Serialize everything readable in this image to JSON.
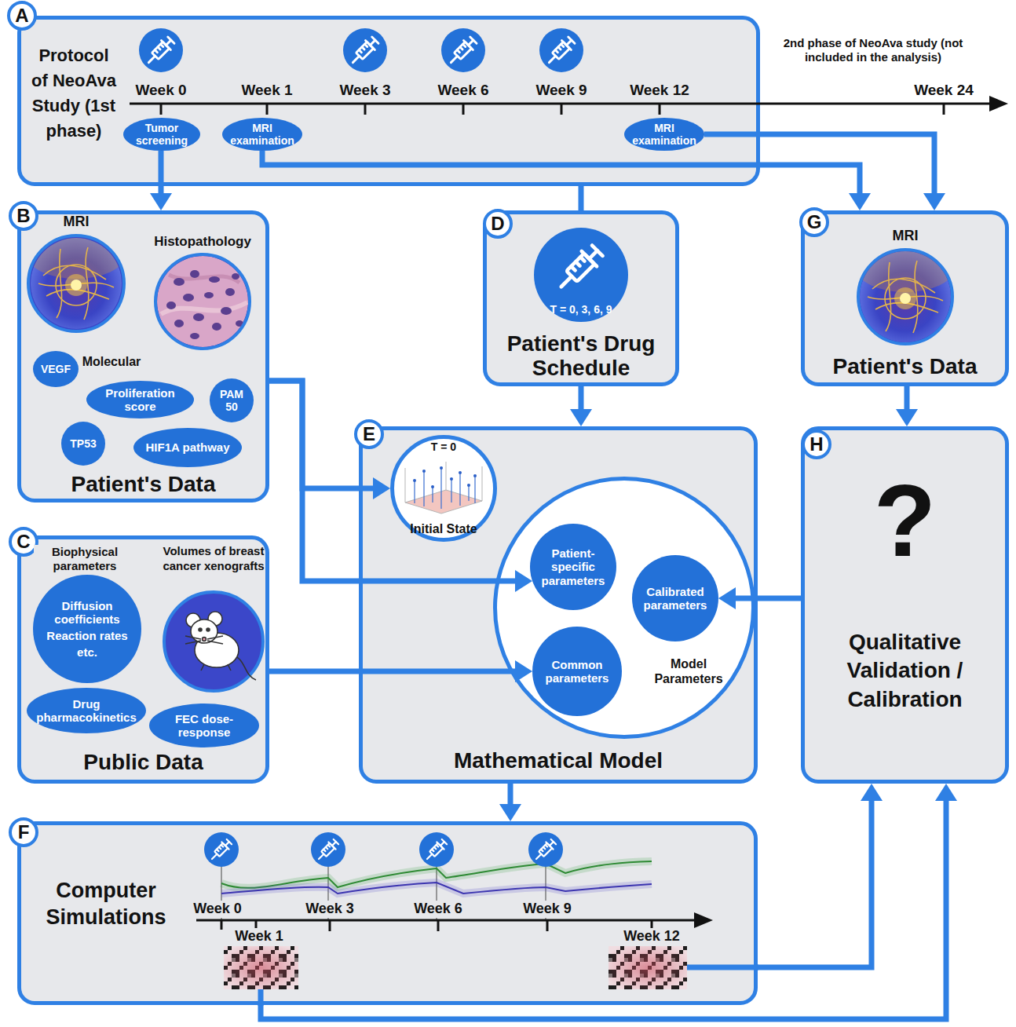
{
  "diagram": {
    "nodes": [
      {
        "text": [
          "Protocol of NeoAva Study (1st phase)"
        ]
      },
      {
        "text": [
          "A"
        ],
        "in": 0
      },
      {
        "text": [
          "Tumor screening"
        ],
        "in": 0
      },
      {
        "text": [
          "MRI examination"
        ],
        "in": 0
      },
      {
        "text": [
          "MRI examination"
        ],
        "in": 0
      },
      {
        "text": [
          "Patient's Data"
        ]
      },
      {
        "text": [
          "B"
        ],
        "in": 5
      },
      {
        "text": [
          "MRI"
        ],
        "in": 5
      },
      {
        "text": [
          "Histopathology"
        ],
        "in": 5
      },
      {
        "text": [
          "VEGF"
        ],
        "in": 5
      },
      {
        "text": [
          "Proliferation score"
        ],
        "in": 5
      },
      {
        "text": [
          "PAM 50"
        ],
        "in": 5
      },
      {
        "text": [
          "TP53"
        ],
        "in": 5
      },
      {
        "text": [
          "HIF1A pathway"
        ],
        "in": 5
      },
      {
        "text": [
          "Public Data"
        ]
      },
      {
        "text": [
          "C"
        ],
        "in": 14
      },
      {
        "text": [
          "Diffusion coefficients",
          "Reaction rates",
          "etc."
        ],
        "in": 14
      },
      {
        "text": [
          "Volumes of breast cancer xenografts"
        ],
        "in": 14
      },
      {
        "text": [
          "Drug pharmacokinetics"
        ],
        "in": 14
      },
      {
        "text": [
          "FEC dose-response"
        ],
        "in": 14
      },
      {
        "text": [
          "Patient's Drug Schedule"
        ]
      },
      {
        "text": [
          "D"
        ],
        "in": 20
      },
      {
        "text": [
          "T = 0, 3, 6, 9"
        ],
        "in": 20
      },
      {
        "text": [
          "Mathematical Model"
        ]
      },
      {
        "text": [
          "E"
        ],
        "in": 23
      },
      {
        "text": [
          "T = 0",
          "Initial State"
        ],
        "in": 23
      },
      {
        "text": [
          "Model Parameters"
        ],
        "in": 23
      },
      {
        "text": [
          "Patient-specific parameters"
        ],
        "in": 26
      },
      {
        "text": [
          "Calibrated parameters"
        ],
        "in": 26
      },
      {
        "text": [
          "Common parameters"
        ],
        "in": 26
      },
      {
        "text": [
          "Computer Simulations"
        ]
      },
      {
        "text": [
          "F"
        ],
        "in": 30
      },
      {
        "text": [
          "Patient's Data"
        ]
      },
      {
        "text": [
          "G"
        ],
        "in": 32
      },
      {
        "text": [
          "MRI"
        ],
        "in": 32
      },
      {
        "text": [
          "?",
          "Qualitative Validation / Calibration"
        ]
      },
      {
        "text": [
          "H"
        ],
        "in": 35
      }
    ],
    "edges": [
      {
        "from": 2,
        "to": 5,
        "arrow": "to"
      },
      {
        "from": 3,
        "to": 32,
        "arrow": "to"
      },
      {
        "from": 4,
        "to": 32,
        "arrow": "to"
      },
      {
        "from": 0,
        "to": 20,
        "arrow": "none"
      },
      {
        "from": 5,
        "to": 25,
        "arrow": "to"
      },
      {
        "from": 5,
        "to": 27,
        "arrow": "to"
      },
      {
        "from": 14,
        "to": 29,
        "arrow": "to"
      },
      {
        "from": 20,
        "to": 23,
        "arrow": "to"
      },
      {
        "from": 23,
        "to": 30,
        "arrow": "to"
      },
      {
        "from": 32,
        "to": 35,
        "arrow": "to"
      },
      {
        "from": 35,
        "to": 28,
        "arrow": "to"
      },
      {
        "from": 30,
        "to": 35,
        "arrow": "to"
      },
      {
        "from": 30,
        "to": 35,
        "arrow": "to"
      }
    ],
    "labels": [
      "Week 0",
      "Week 1",
      "Week 3",
      "Week 6",
      "Week 9",
      "Week 12",
      "Week 24",
      "2nd phase of NeoAva study (not included in the analysis)",
      "Molecular",
      "Biophysical parameters",
      "Week 0",
      "Week 1",
      "Week 3",
      "Week 6",
      "Week 9",
      "Week 12"
    ]
  }
}
